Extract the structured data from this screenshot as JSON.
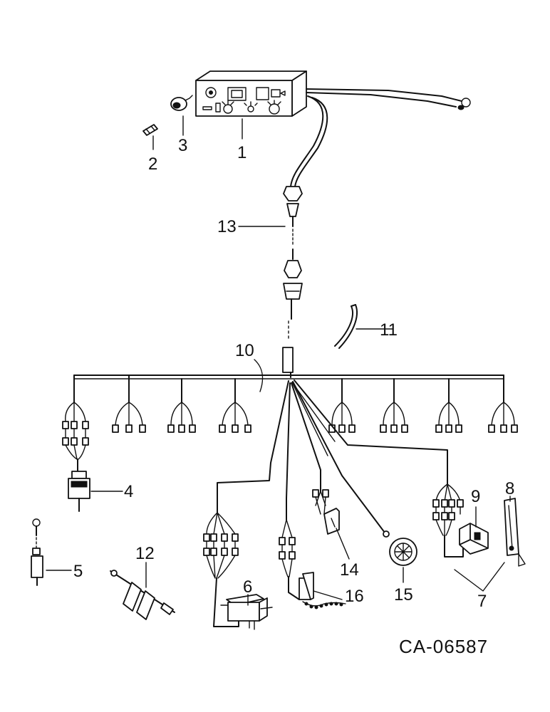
{
  "figure_code": "CA-06587",
  "callouts": {
    "c1": "1",
    "c2": "2",
    "c3": "3",
    "c4": "4",
    "c5": "5",
    "c6": "6",
    "c7": "7",
    "c8": "8",
    "c9": "9",
    "c10": "10",
    "c11": "11",
    "c12": "12",
    "c13": "13",
    "c14": "14",
    "c15": "15",
    "c16": "16"
  }
}
